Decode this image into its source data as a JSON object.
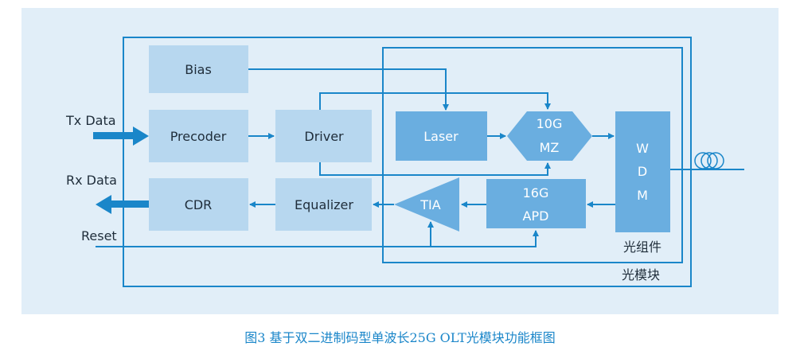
{
  "blocks": {
    "bias": "Bias",
    "precoder": "Precoder",
    "driver": "Driver",
    "laser": "Laser",
    "mz_line1": "10G",
    "mz_line2": "MZ",
    "wdm_w": "W",
    "wdm_d": "D",
    "wdm_m": "M",
    "cdr": "CDR",
    "equalizer": "Equalizer",
    "tia": "TIA",
    "apd_line1": "16G",
    "apd_line2": "APD"
  },
  "signals": {
    "tx_data": "Tx Data",
    "rx_data": "Rx Data",
    "reset": "Reset"
  },
  "groups": {
    "optical_assembly": "光组件",
    "optical_module": "光模块"
  },
  "caption": "图3  基于双二进制码型单波长25G OLT光模块功能框图",
  "colors": {
    "panel_bg": "#e1eef8",
    "light_block": "#b7d7ef",
    "dark_block": "#6aaee0",
    "line": "#1a86c9"
  }
}
